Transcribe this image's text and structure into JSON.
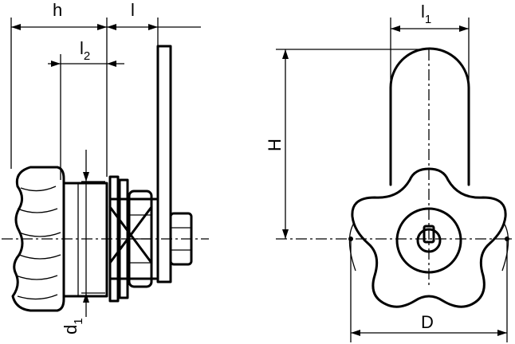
{
  "dimensions": {
    "h": "h",
    "l": "l",
    "l2_main": "l",
    "l2_sub": "2",
    "d1_main": "d",
    "d1_sub": "1",
    "l1_main": "l",
    "l1_sub": "1",
    "H": "H",
    "D": "D"
  }
}
